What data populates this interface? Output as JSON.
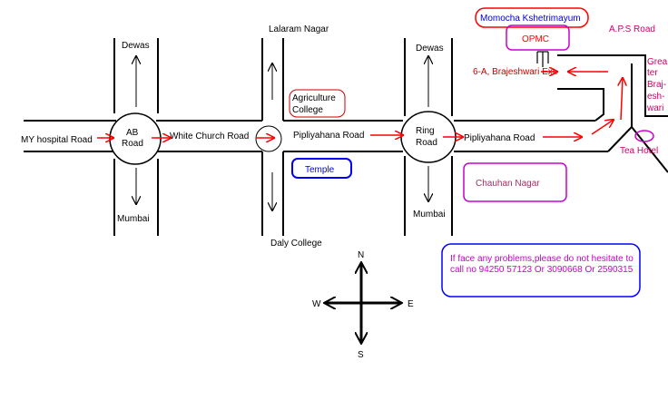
{
  "labels": {
    "my_hospital_road": "MY hospital Road",
    "ab_road_line1": "AB",
    "ab_road_line2": "Road",
    "white_church_road": "White Church Road",
    "pipliyahana_road_1": "Pipliyahana Road",
    "ring_road_line1": "Ring",
    "ring_road_line2": "Road",
    "pipliyahana_road_2": "Pipliyahana Road",
    "dewas_1": "Dewas",
    "dewas_2": "Dewas",
    "mumbai_1": "Mumbai",
    "mumbai_2": "Mumbai",
    "lalaram_nagar": "Lalaram Nagar",
    "daly_college": "Daly College",
    "agriculture_college_line1": "Agriculture",
    "agriculture_college_line2": "College",
    "temple": "Temple",
    "chauhan_nagar": "Chauhan Nagar",
    "momocha": "Momocha Kshetrimayum",
    "opmc": "OPMC",
    "aps_road": "A.P.S Road",
    "brajeshwari_ext": "6-A, Brajeshwari Ext.",
    "greater_line1": "Grea",
    "greater_line2": "ter",
    "greater_line3": "Braj-",
    "greater_line4": "esh-",
    "greater_line5": "wari",
    "tea_hotel": "Tea Hotel",
    "compass_n": "N",
    "compass_s": "S",
    "compass_e": "E",
    "compass_w": "W",
    "contact_note": "If face any problems,please do not hesitate to call no 94250 57123 Or 3090668 Or 2590315"
  },
  "colors": {
    "road": "#000000",
    "route_arrow": "#ff0000",
    "magenta_text": "#cc0099",
    "red_text": "#ff0000",
    "blue_border": "#0000ff",
    "contact_text": "#cc00cc"
  }
}
